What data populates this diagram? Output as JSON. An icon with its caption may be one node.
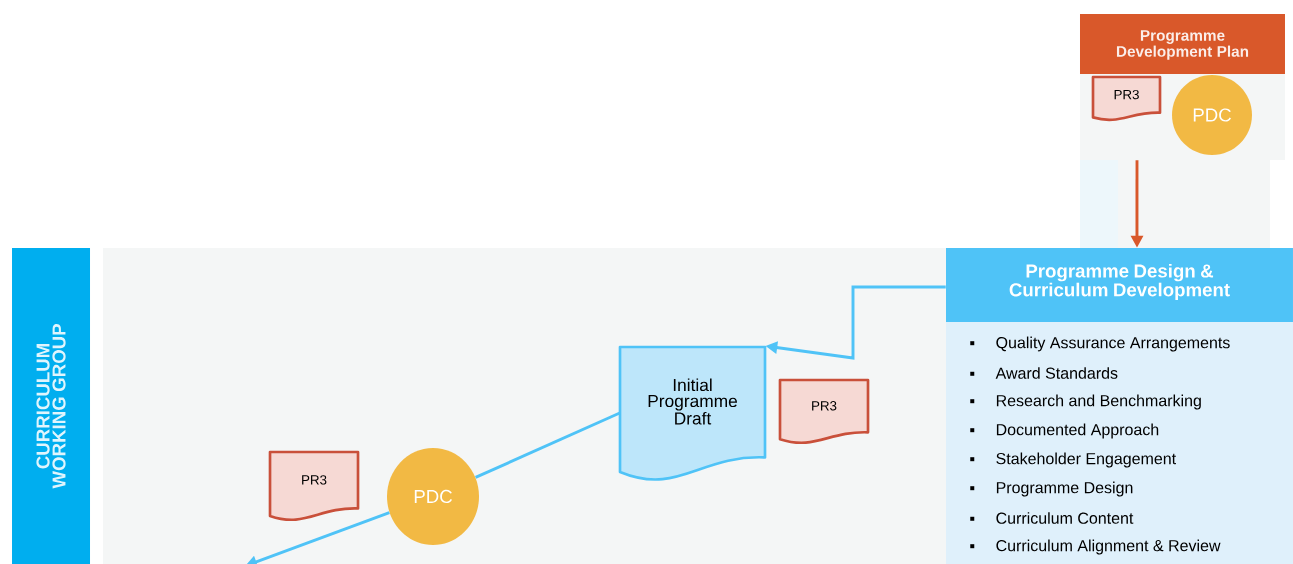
{
  "diagram": {
    "nodes": [
      {
        "text": [
          "Programme Development Plan"
        ]
      },
      {
        "text": [
          "PR3"
        ],
        "in": 0
      },
      {
        "text": [
          "PDC"
        ],
        "in": 0
      },
      {
        "text": [
          "CURRICULUM WORKING GROUP"
        ]
      },
      {
        "text": [
          "Programme Design & Curriculum Development",
          "Quality Assurance Arrangements",
          "Award Standards",
          "Research and Benchmarking",
          "Documented Approach",
          "Stakeholder Engagement",
          "Programme Design",
          "Curriculum Content",
          "Curriculum Alignment & Review"
        ]
      },
      {
        "text": [
          "Initial Programme Draft"
        ]
      },
      {
        "text": [
          "PR3"
        ]
      },
      {
        "text": [
          "PR3"
        ]
      },
      {
        "text": [
          "PDC"
        ]
      }
    ],
    "edges": [
      {
        "from": 0,
        "to": 4,
        "arrow": "to",
        "color": "#d9582a"
      },
      {
        "from": 4,
        "to": 5,
        "arrow": "to"
      },
      {
        "from": 5,
        "to": 8,
        "arrow": "none"
      },
      {
        "from": 8,
        "to": null,
        "arrow": "to"
      }
    ]
  }
}
